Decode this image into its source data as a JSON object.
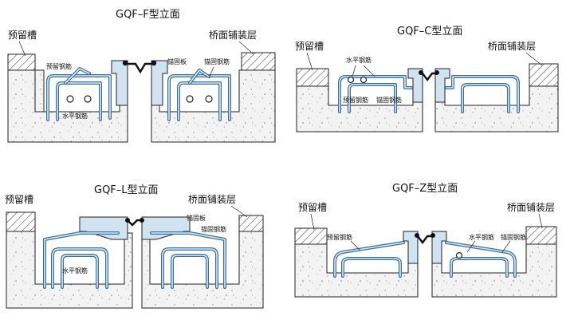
{
  "panels": [
    {
      "title": "GQF–F型立面",
      "labels": {
        "reserved_slot": "预留槽",
        "pavement": "桥面铺装层",
        "anchor_plate": "锚固板",
        "reserved_steel": "预留钢筋",
        "anchor_steel": "锚固钢筋",
        "horizontal_steel": "水平钢筋"
      }
    },
    {
      "title": "GQF–C型立面",
      "labels": {
        "reserved_slot": "预留槽",
        "pavement": "桥面铺装层",
        "horizontal_steel": "水平钢筋",
        "reserved_steel": "预留钢筋",
        "anchor_steel": "锚固钢筋"
      }
    },
    {
      "title": "GQF–L型立面",
      "labels": {
        "reserved_slot": "预留槽",
        "pavement": "桥面铺装层",
        "anchor_plate": "锚固板",
        "anchor_steel": "锚固钢筋",
        "horizontal_steel": "水平钢筋"
      }
    },
    {
      "title": "GQF–Z型立面",
      "labels": {
        "reserved_slot": "预留槽",
        "pavement": "桥面铺装层",
        "reserved_steel": "预留钢筋",
        "horizontal_steel": "水平钢筋",
        "anchor_steel": "锚固钢筋"
      }
    }
  ],
  "colors": {
    "steel": "#3a6f9a",
    "steel_core": "#d9ecfa",
    "anchor_plate": "#cfe3f1",
    "concrete_fill": "#f2f2f2",
    "outline": "#222222"
  }
}
